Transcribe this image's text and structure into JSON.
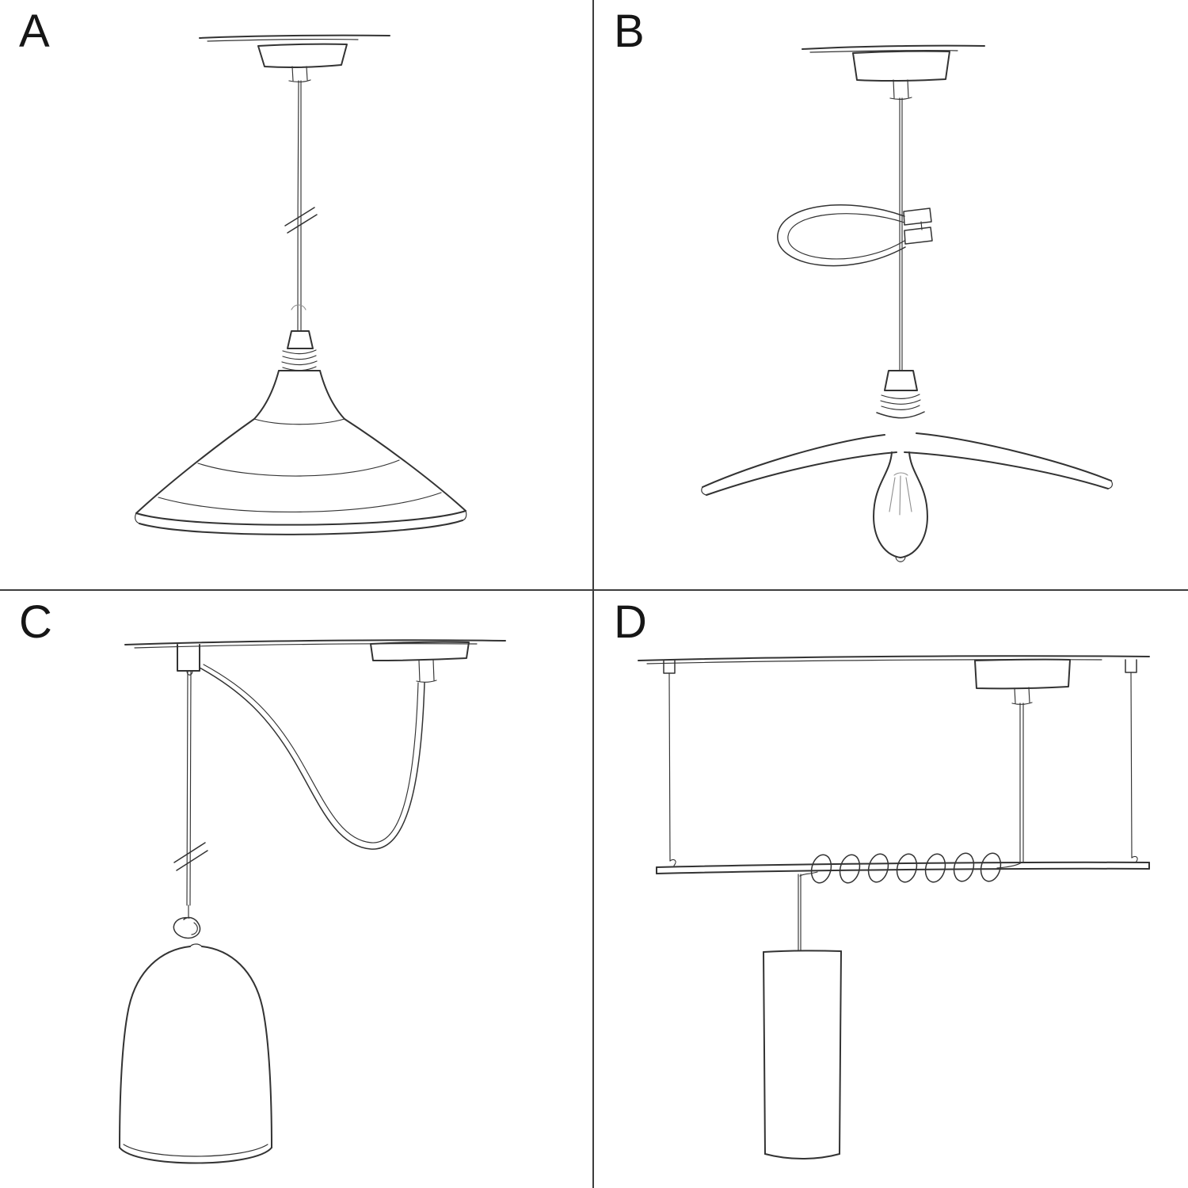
{
  "style": {
    "background": "#ffffff",
    "divider_color": "#3d3d3d",
    "sketch_stroke": "#333333",
    "label_color": "#161616"
  },
  "panels": [
    {
      "label": "A",
      "sketch": "pendant-lamp-straight-cord-industrial-bowl-shade"
    },
    {
      "label": "B",
      "sketch": "pendant-lamp-flat-plate-shade-exposed-bulb-cable-clamp-loop"
    },
    {
      "label": "C",
      "sketch": "swag-pendant-lamp-ceiling-hook-bell-dome-shade-knotted-cord"
    },
    {
      "label": "D",
      "sketch": "suspended-bar-pendant-coiled-cable-cylinder-shade"
    }
  ]
}
